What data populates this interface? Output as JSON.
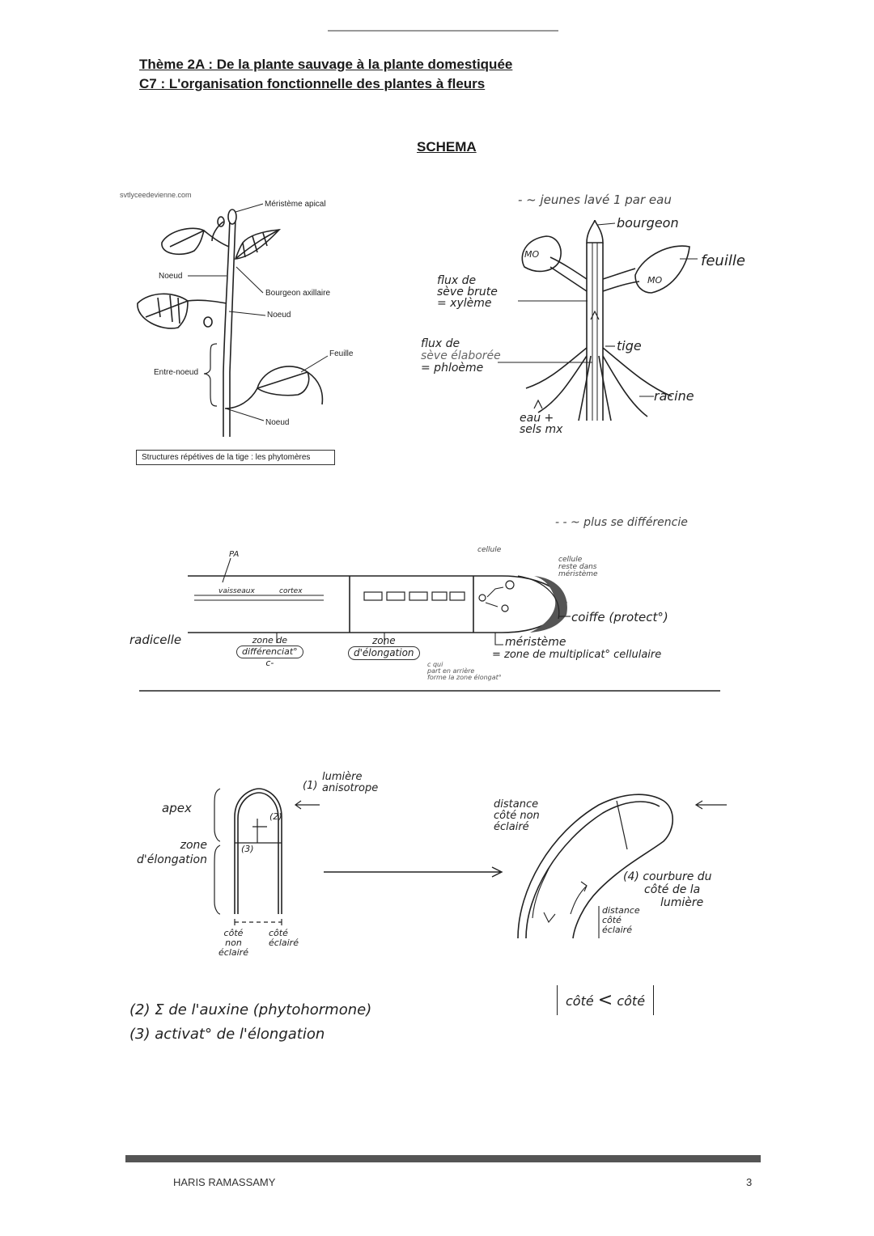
{
  "header": {
    "theme": "Thème 2A : De la plante sauvage à la plante domestiquée",
    "chapter": "C7 : L'organisation fonctionnelle des plantes à fleurs"
  },
  "schema_title": "SCHEMA",
  "plant_figure": {
    "source": "svtlyceedevienne.com",
    "labels": {
      "apical": "Méristème apical",
      "noeud_left": "Noeud",
      "bourgeon": "Bourgeon axillaire",
      "noeud_mid": "Noeud",
      "feuille": "Feuille",
      "entre_noeud": "Entre-noeud",
      "noeud_bottom": "Noeud"
    },
    "caption": "Structures répétives de la tige : les phytomères"
  },
  "vascular_drawing": {
    "top_note": "- ~ jeunes lavé 1 par eau",
    "bourgeon": "bourgeon",
    "mo_left": "MO",
    "mo_right": "MO",
    "feuille": "feuille",
    "xylem": [
      "flux de",
      "sève brute",
      "= xylème"
    ],
    "phloem": [
      "flux de",
      "sève élaborée",
      "= phloème"
    ],
    "tige": "tige",
    "racine": "racine",
    "eau": [
      "eau +",
      "sels mx"
    ]
  },
  "root_drawing": {
    "top_note": "- - ~ plus se différencie",
    "pa": "PA",
    "vaisseaux": "vaisseaux",
    "cortex": "cortex",
    "radicelle": "radicelle",
    "diff_zone": [
      "zone de",
      "différenciat°",
      "c-"
    ],
    "elong_zone": [
      "zone",
      "d'élongation"
    ],
    "cell_note": [
      "cellule",
      "reste dans",
      "méristème"
    ],
    "cell_top": "cellule",
    "coiffe": "coiffe (protect°)",
    "meristeme": "méristème",
    "mult": "= zone de multiplicat° cellulaire",
    "small_note": [
      "c qui",
      "part en arrière",
      "forme la zone élongat°"
    ]
  },
  "tropism": {
    "lumiere": [
      "lumière",
      "anisotrope"
    ],
    "num1": "1",
    "num2": "2",
    "num3": "3",
    "num4": "4",
    "apex": "apex",
    "zone_elong": [
      "zone",
      "d'élongation"
    ],
    "bottom_left": [
      "côté",
      "non",
      "éclairé"
    ],
    "bottom_right": [
      "côté",
      "éclairé"
    ],
    "right_dist": [
      "distance",
      "côté non",
      "éclairé"
    ],
    "courbure": [
      "courbure du",
      "côté de la",
      "lumière"
    ],
    "right_dist2": [
      "distance",
      "côté",
      "éclairé"
    ],
    "box": [
      "côté",
      "<",
      "côté"
    ],
    "note2": "Σ de l'auxine (phytohormone)",
    "note3": "activat° de l'élongation"
  },
  "footer": {
    "author": "HARIS RAMASSAMY",
    "page": "3"
  }
}
